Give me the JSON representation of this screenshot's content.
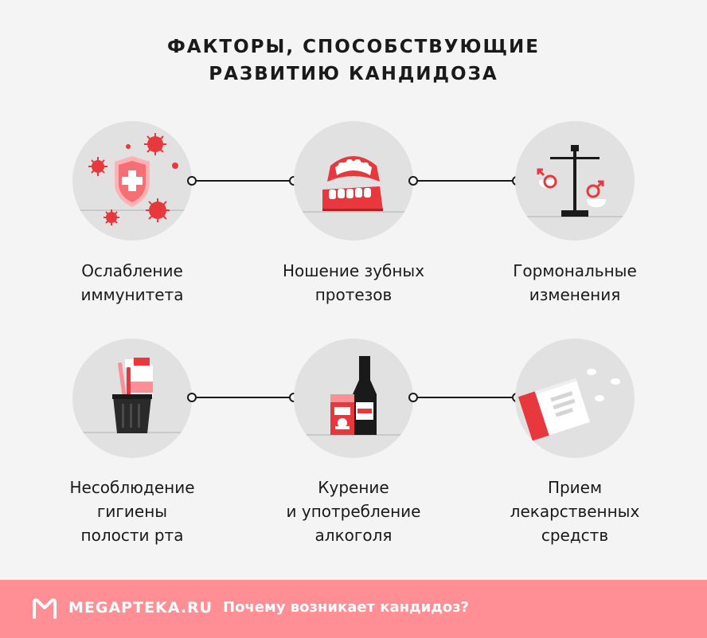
{
  "title": {
    "line1": "ФАКТОРЫ, СПОСОБСТВУЮЩИЕ",
    "line2": "РАЗВИТИЮ КАНДИДОЗА"
  },
  "factors": [
    {
      "icon": "virus-shield-icon",
      "lines": [
        "Ослабление",
        "иммунитета"
      ]
    },
    {
      "icon": "dentures-icon",
      "lines": [
        "Ношение зубных",
        "протезов"
      ]
    },
    {
      "icon": "gender-scales-icon",
      "lines": [
        "Гормональные",
        "изменения"
      ]
    },
    {
      "icon": "toothbrush-cup-icon",
      "lines": [
        "Несоблюдение",
        "гигиены",
        "полости рта"
      ]
    },
    {
      "icon": "cigarettes-bottle-icon",
      "lines": [
        "Курение",
        "и употребление",
        "алкоголя"
      ]
    },
    {
      "icon": "medicine-pills-icon",
      "lines": [
        "Прием",
        "лекарственных",
        "средств"
      ]
    }
  ],
  "footer": {
    "brand": "MEGAPTEKA.RU",
    "tagline": "Почему возникает кандидоз?"
  },
  "colors": {
    "background": "#f4f4f4",
    "circle": "#e1e1e1",
    "accent": "#e8383d",
    "footer": "#ff8f94",
    "text": "#1a1a1a"
  }
}
